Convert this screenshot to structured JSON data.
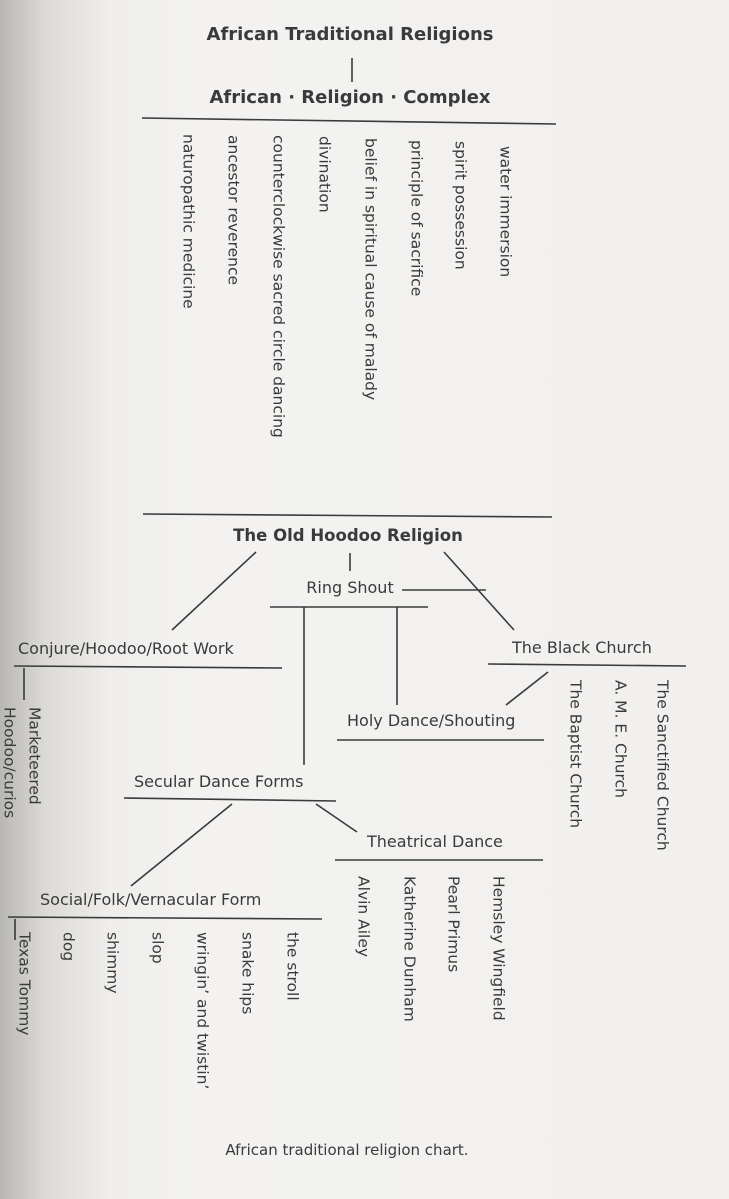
{
  "title_top": "African Traditional Religions",
  "complex_title": "African · Religion · Complex",
  "complex_items": [
    "water immersion",
    "spirit possession",
    "principle of sacrifice",
    "belief in spiritual cause of malady",
    "divination",
    "counterclockwise sacred circle dancing",
    "ancestor reverence",
    "naturopathic medicine"
  ],
  "old_hoodoo": "The Old Hoodoo Religion",
  "ring_shout": "Ring Shout",
  "conjure": "Conjure/Hoodoo/Root Work",
  "conjure_items": [
    "Marketeered",
    "Hoodoo/curios"
  ],
  "black_church": "The Black Church",
  "church_items": [
    "The Sanctified Church",
    "A. M. E. Church",
    "The Baptist Church"
  ],
  "holy_dance": "Holy Dance/Shouting",
  "secular": "Secular Dance Forms",
  "theatrical": "Theatrical Dance",
  "theatrical_items": [
    "Hemsley Wingfield",
    "Pearl Primus",
    "Katherine Dunham",
    "Alvin Ailey"
  ],
  "social": "Social/Folk/Vernacular Form",
  "social_items": [
    "the stroll",
    "snake hips",
    "wringin’ and twistin’",
    "slop",
    "shimmy",
    "dog",
    "Texas Tommy"
  ],
  "caption": "African traditional religion chart."
}
